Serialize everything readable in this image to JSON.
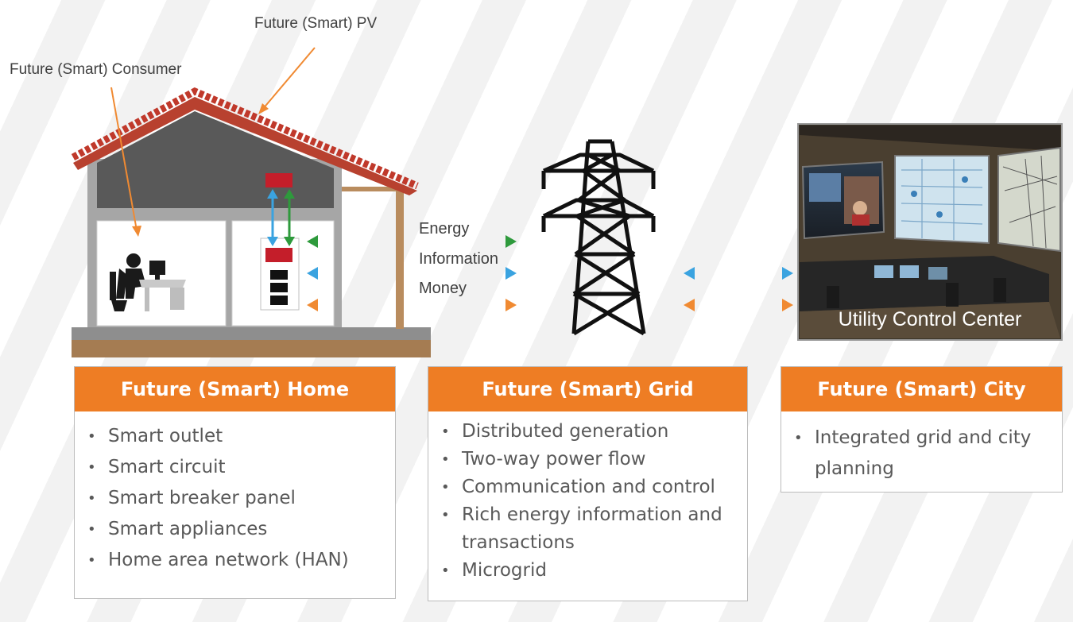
{
  "labels": {
    "pv": "Future (Smart) PV",
    "consumer": "Future (Smart) Consumer",
    "energy": "Energy",
    "information": "Information",
    "money": "Money",
    "control_center": "Utility Control Center"
  },
  "cards": {
    "home": {
      "title": "Future (Smart) Home",
      "items": [
        "Smart outlet",
        "Smart circuit",
        "Smart breaker panel",
        "Smart appliances",
        "Home area network (HAN)"
      ]
    },
    "grid": {
      "title": "Future (Smart) Grid",
      "items": [
        "Distributed generation",
        "Two-way power flow",
        "Communication and control",
        "Rich energy information and transactions",
        "Microgrid"
      ]
    },
    "city": {
      "title": "Future (Smart) City",
      "items": [
        "Integrated grid and city planning"
      ]
    }
  },
  "colors": {
    "accent_orange": "#ee7d24",
    "energy_green": "#2e9a3c",
    "info_blue": "#3aa3e0",
    "money_orange": "#f08a32",
    "roof_red": "#c0392b",
    "wall_gray": "#a6a6a6",
    "inner_gray": "#595959"
  }
}
